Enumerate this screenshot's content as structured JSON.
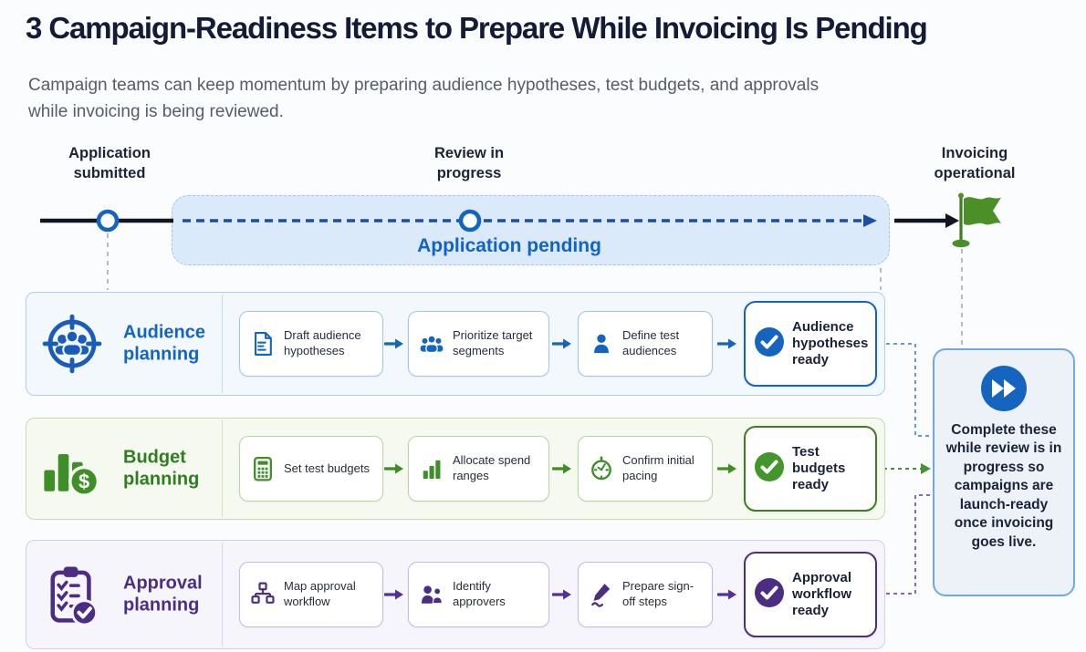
{
  "title": "3 Campaign-Readiness Items to Prepare While Invoicing Is Pending",
  "subtitle": "Campaign teams can keep momentum by preparing audience hypotheses, test budgets, and approvals while invoicing is being reviewed.",
  "timeline": {
    "milestones": [
      {
        "label": "Application submitted",
        "marker": "circle-node"
      },
      {
        "label": "Review in progress",
        "marker": "circle-node"
      },
      {
        "label": "Invoicing operational",
        "marker": "flag-icon"
      }
    ],
    "pending_label": "Application pending"
  },
  "rows": [
    {
      "title": "Audience planning",
      "icon": "audience-target-icon",
      "accent": "#1565c0",
      "steps": [
        {
          "label": "Draft audience hypotheses",
          "icon": "document-icon"
        },
        {
          "label": "Prioritize target segments",
          "icon": "people-group-icon"
        },
        {
          "label": "Define test audiences",
          "icon": "person-icon"
        }
      ],
      "outcome": "Audience hypotheses ready"
    },
    {
      "title": "Budget planning",
      "icon": "budget-bars-dollar-icon",
      "accent": "#3e7d23",
      "steps": [
        {
          "label": "Set test budgets",
          "icon": "calculator-icon"
        },
        {
          "label": "Allocate spend ranges",
          "icon": "bar-chart-icon"
        },
        {
          "label": "Confirm initial pacing",
          "icon": "stopwatch-icon"
        }
      ],
      "outcome": "Test budgets ready"
    },
    {
      "title": "Approval planning",
      "icon": "approval-clipboard-icon",
      "accent": "#4b2e83",
      "steps": [
        {
          "label": "Map approval workflow",
          "icon": "org-chart-icon"
        },
        {
          "label": "Identify approvers",
          "icon": "two-people-icon"
        },
        {
          "label": "Prepare sign-off steps",
          "icon": "pen-signature-icon"
        }
      ],
      "outcome": "Approval workflow ready"
    }
  ],
  "side_panel": {
    "icon": "fast-forward-icon",
    "text": "Complete these while review is in progress so campaigns are launch-ready once invoicing goes live."
  },
  "colors": {
    "accent_blue": "#1565c0",
    "accent_green": "#3e7d23",
    "accent_purple": "#4b2e83",
    "navy_text": "#141b36",
    "subtitle_gray": "#565c68",
    "pending_band_bg": "#dbeafa",
    "timeline_dashed_blue": "#1b4fa0",
    "timeline_black": "#10151f",
    "flag_green": "#4c8f29"
  }
}
